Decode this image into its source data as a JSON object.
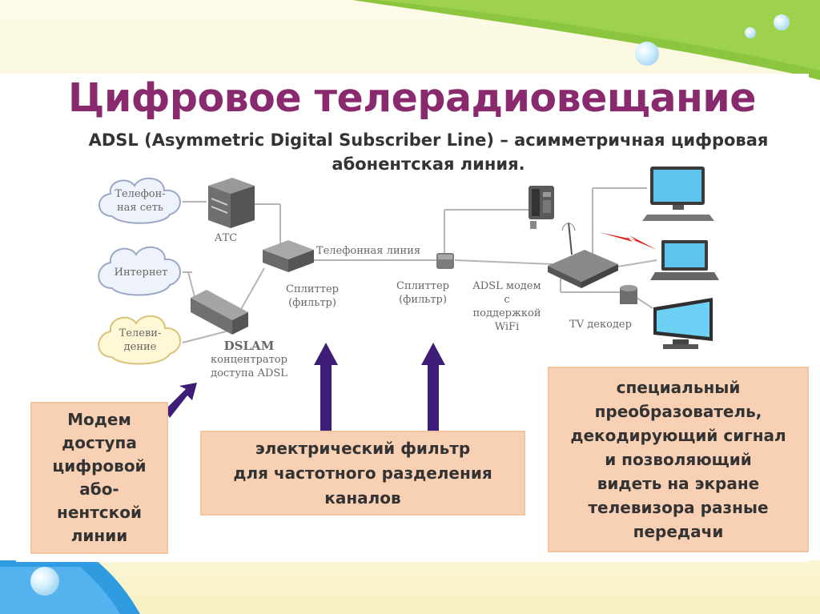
{
  "slide": {
    "title": "Цифровое телерадиовещание",
    "subtitle_line1": "ADSL (Asymmetric Digital Subscriber Line) – асимметричная цифровая",
    "subtitle_line2": "абонентская линия."
  },
  "diagram": {
    "clouds": {
      "phone_net": [
        "Телефон-",
        "ная сеть"
      ],
      "internet": "Интернет",
      "tv": [
        "Телеви-",
        "дение"
      ]
    },
    "atc": "АТС",
    "splitter_left": [
      "Сплиттер",
      "(фильтр)"
    ],
    "phone_line": "Телефонная линия",
    "splitter_right": [
      "Сплиттер",
      "(фильтр)"
    ],
    "adsl_modem": [
      "ADSL модем",
      "с поддержкой",
      "WiFi"
    ],
    "tv_decoder": "TV декодер",
    "dslam": [
      "DSLAM",
      "концентратор",
      "доступа ADSL"
    ]
  },
  "callouts": {
    "modem_box": [
      "Модем",
      "доступа",
      "цифровой",
      "або-",
      "нентской",
      "линии"
    ],
    "filter_box": [
      "электрический фильтр",
      "для частотного разделения",
      "каналов"
    ],
    "decoder_box": [
      "специальный",
      "преобразователь,",
      "декодирующий сигнал",
      "и позволяющий",
      "видеть на экране",
      "телевизора разные",
      "передачи"
    ]
  },
  "colors": {
    "title": "#8a2a6e",
    "arrow": "#3d1d78",
    "callout_fill": "#f8d1b5",
    "swoosh_green": "#8cc63f",
    "corner_blue": "#2f9be0"
  }
}
